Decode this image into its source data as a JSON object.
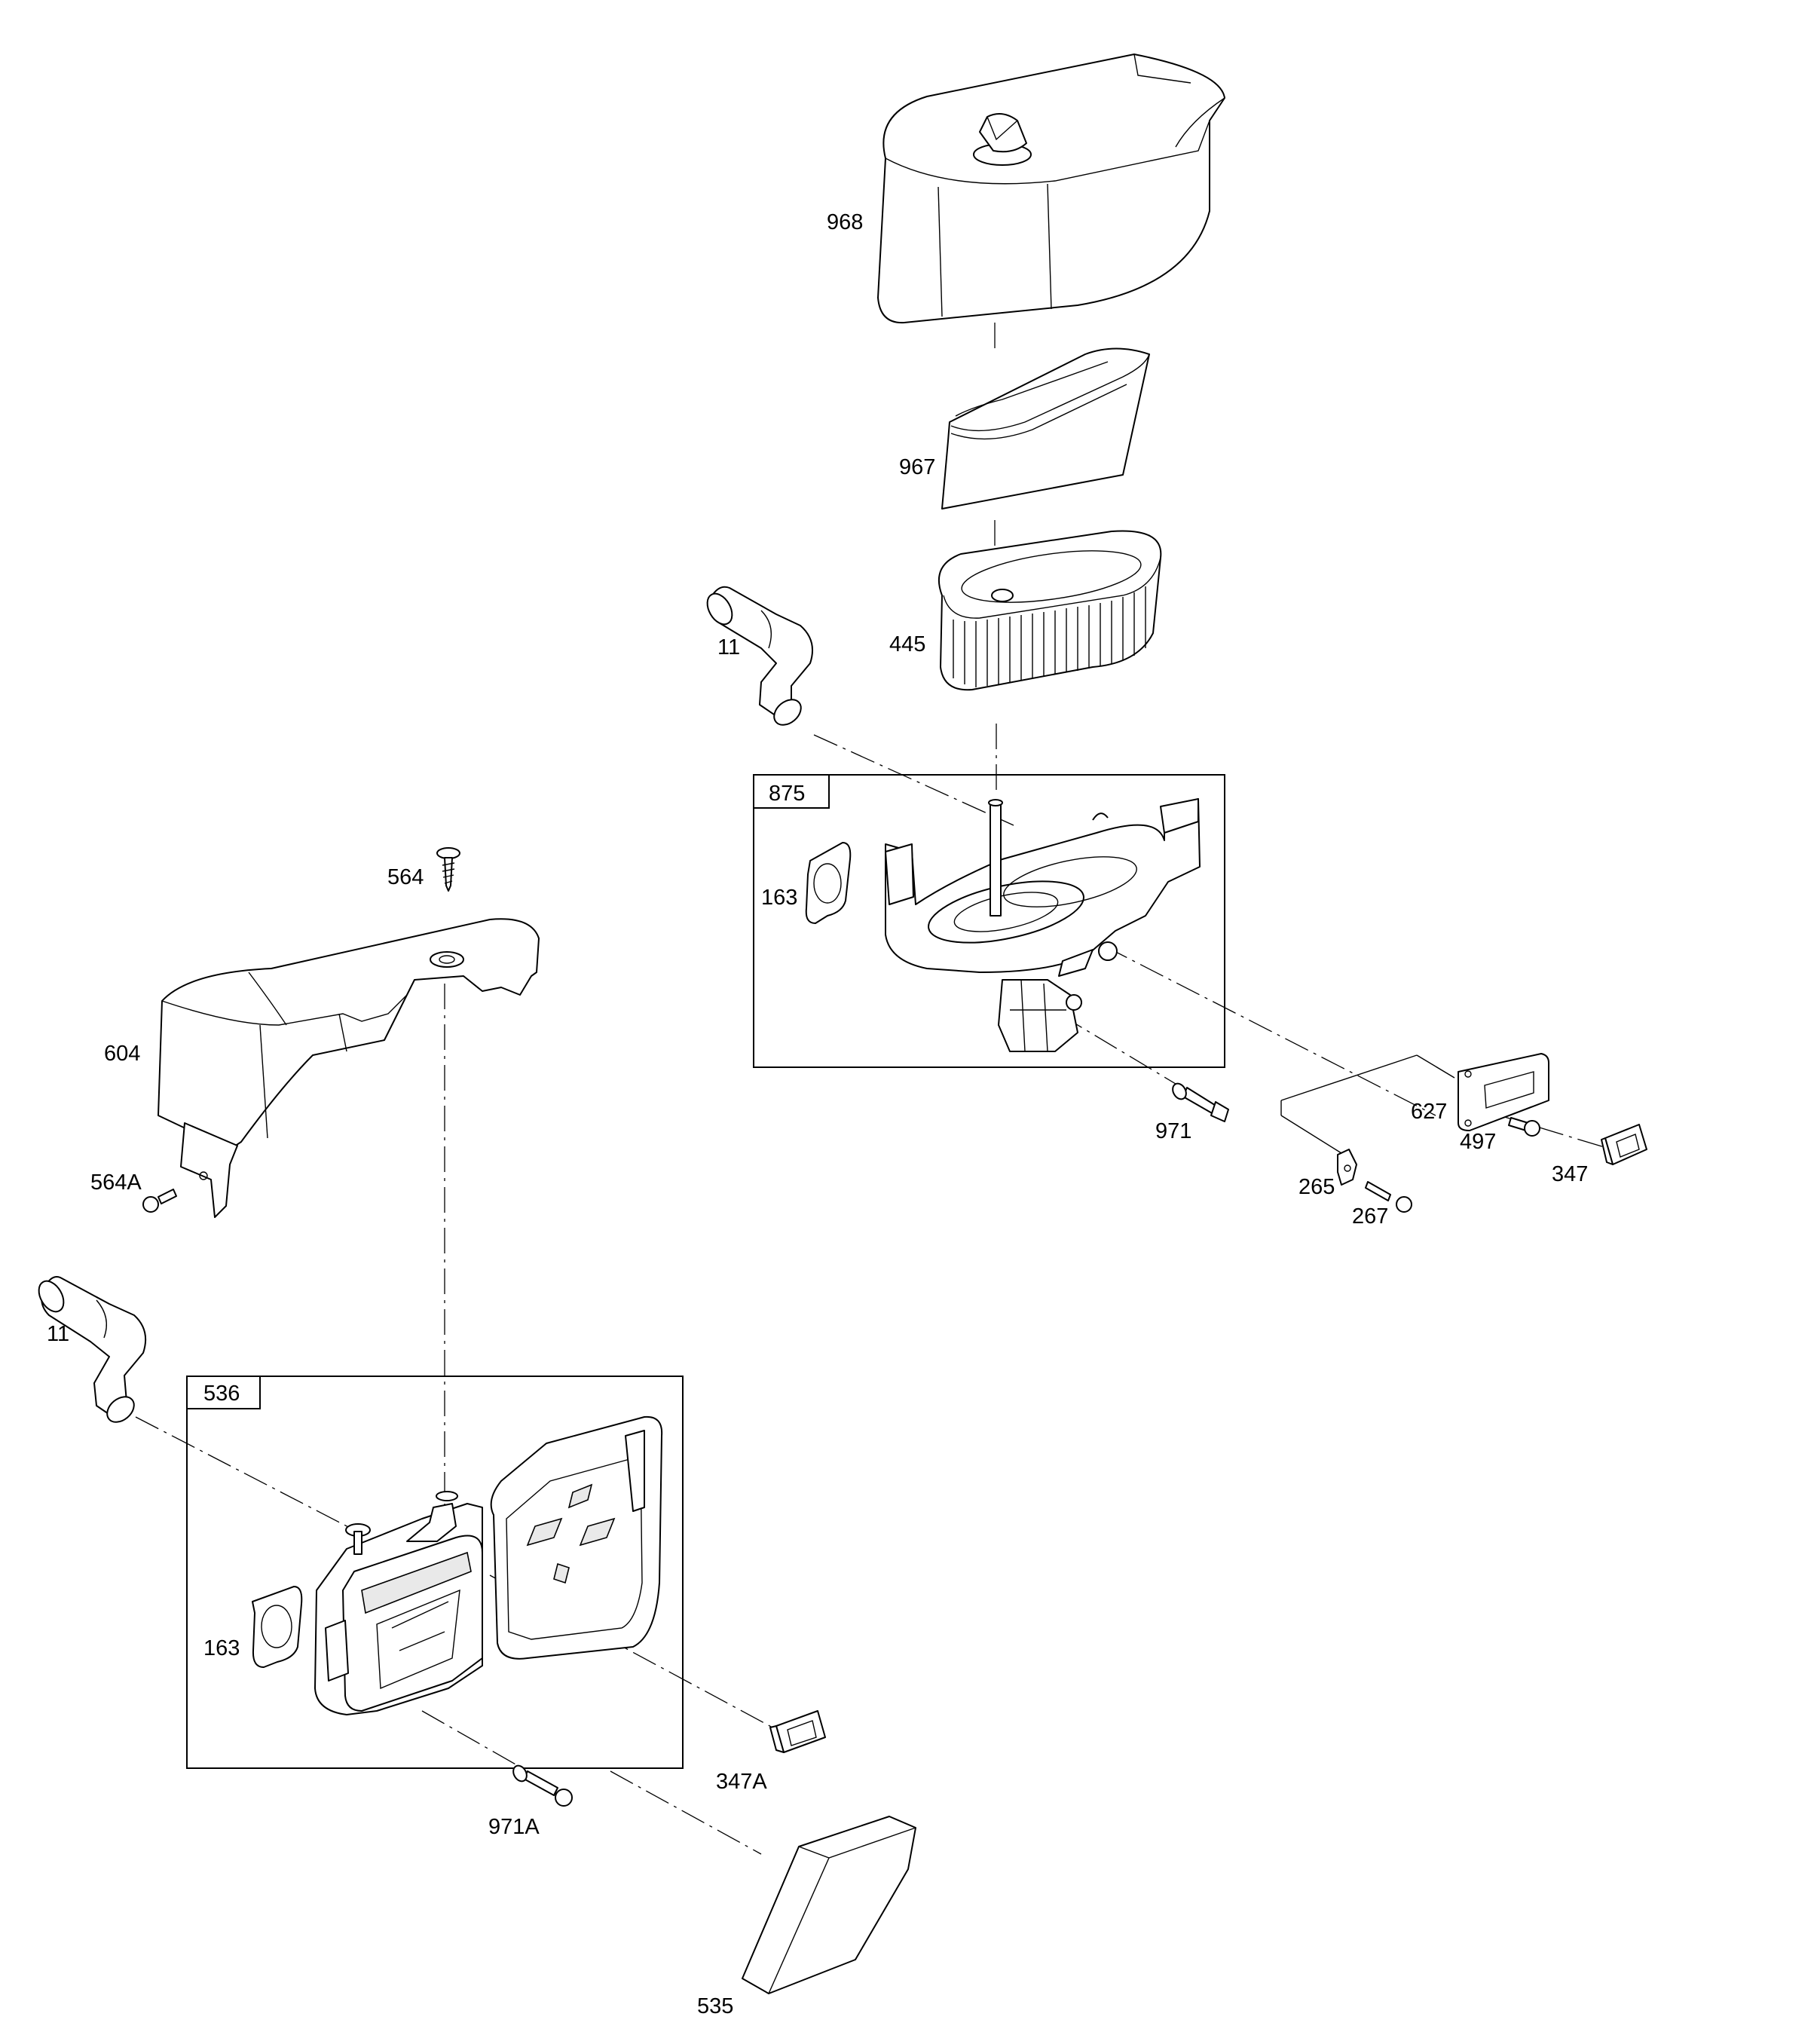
{
  "callouts": {
    "p968": "968",
    "p967": "967",
    "p445": "445",
    "p11_top": "11",
    "p875": "875",
    "p163_top": "163",
    "p564": "564",
    "p604": "604",
    "p564A": "564A",
    "p971": "971",
    "p627": "627",
    "p497": "497",
    "p347": "347",
    "p265": "265",
    "p267": "267",
    "p11_bottom": "11",
    "p536": "536",
    "p163_bottom": "163",
    "p347A": "347A",
    "p971A": "971A",
    "p535": "535"
  }
}
